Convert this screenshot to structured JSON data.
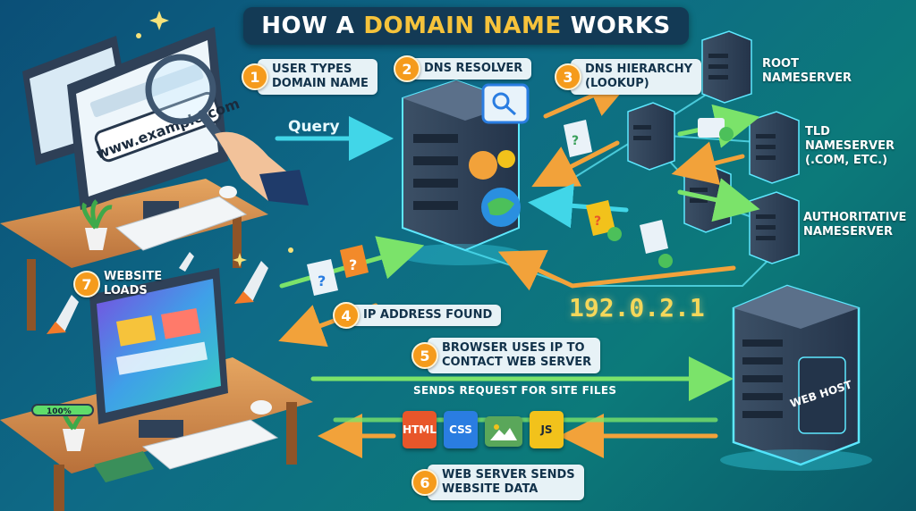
{
  "title": {
    "part1": "HOW A",
    "highlight": "DOMAIN NAME",
    "part2": "WORKS"
  },
  "steps": [
    {
      "num": "1",
      "label": "User types\ndomain name"
    },
    {
      "num": "2",
      "label": "DNS Resolver"
    },
    {
      "num": "3",
      "label": "DNS Hierarchy\n(Lookup)"
    },
    {
      "num": "4",
      "label": "IP Address Found"
    },
    {
      "num": "5",
      "label": "Browser uses IP to\ncontact web server"
    },
    {
      "num": "6",
      "label": "Web server sends\nwebsite data"
    },
    {
      "num": "7",
      "label": "Website\nloads"
    }
  ],
  "servers": {
    "root": "Root\nnameserver",
    "tld": "TLD\nnameserver\n(.com, etc.)",
    "authoritative": "Authoritative\nnameserver"
  },
  "browser_url": "www.example.com",
  "query_label": "Query",
  "ip_address": "192.0.2.1",
  "request_label": "SENDS REQUEST FOR SITE FILES",
  "web_host_label": "WEB HOST",
  "progress_label": "100%",
  "files": [
    {
      "label": "HTML",
      "color": "#e8562a"
    },
    {
      "label": "CSS",
      "color": "#2a7de1"
    },
    {
      "label": "",
      "color": "#5aa75a"
    },
    {
      "label": "JS",
      "color": "#f2c21b"
    }
  ],
  "colors": {
    "accent": "#f6c33b",
    "badge": "#f59b1c",
    "arrow_green": "#7be36a",
    "arrow_orange": "#f2a23a",
    "arrow_cyan": "#41d6e8"
  }
}
